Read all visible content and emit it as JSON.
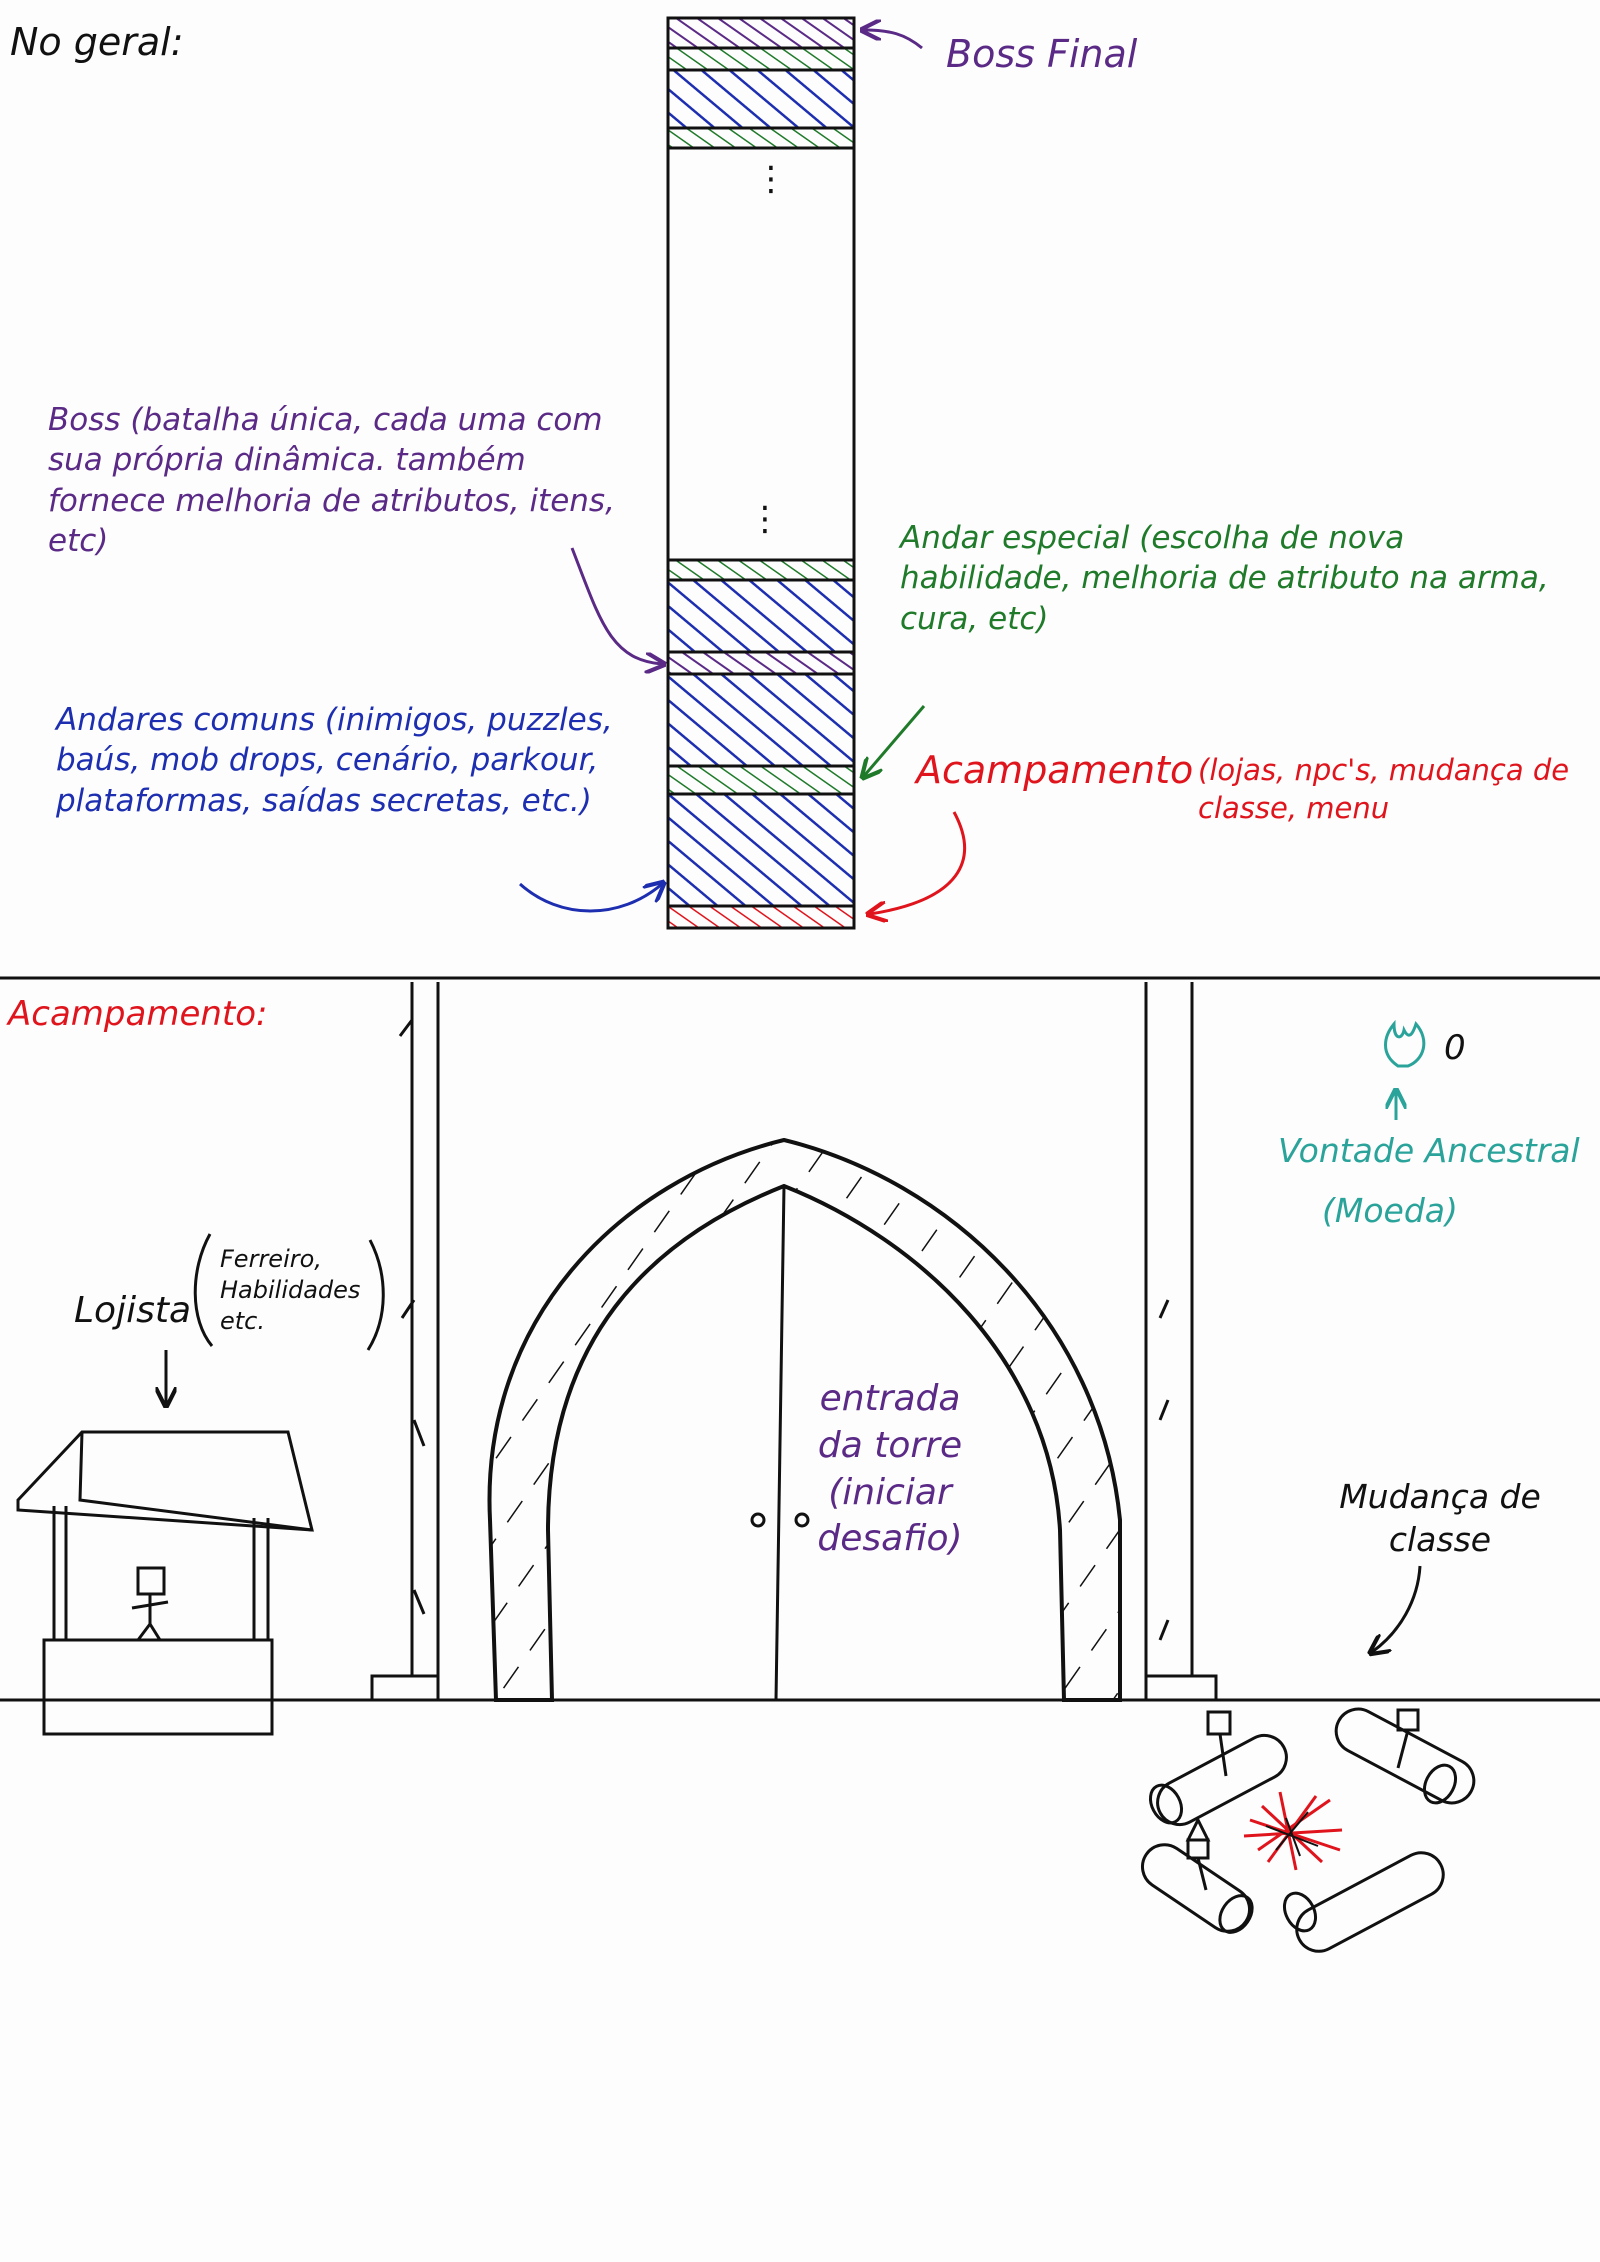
{
  "overview": {
    "heading": "No geral:",
    "final_boss_label": "Boss Final",
    "boss_note": "Boss (batalha única, cada uma com sua própria dinâmica. também fornece melhoria de atributos, itens, etc)",
    "special_floor_note": "Andar especial (escolha de nova habilidade, melhoria de atributo na arma, cura, etc)",
    "common_floors_note": "Andares comuns (inimigos, puzzles, baús, mob drops, cenário, parkour, plataformas, saídas secretas, etc.)",
    "camp_note_title": "Acampamento",
    "camp_note_detail": "(lojas, npc's, mudança de classe, menu",
    "ellipsis": "⋮",
    "colors": {
      "boss": "#5a2a86",
      "special": "#1f7a2a",
      "common": "#1d2fb0",
      "camp": "#e0141c"
    }
  },
  "camp": {
    "heading": "Acampamento:",
    "shopkeeper_label": "Lojista",
    "shopkeeper_detail": "Ferreiro, Habilidades etc.",
    "currency_value": "0",
    "currency_label": "Vontade Ancestral",
    "currency_sub": "(Moeda)",
    "tower_entrance": "entrada da torre (iniciar desafio)",
    "class_change": "Mudança de classe",
    "icons": [
      "flame-icon",
      "arrow-up-icon",
      "arrow-down-icon"
    ]
  }
}
